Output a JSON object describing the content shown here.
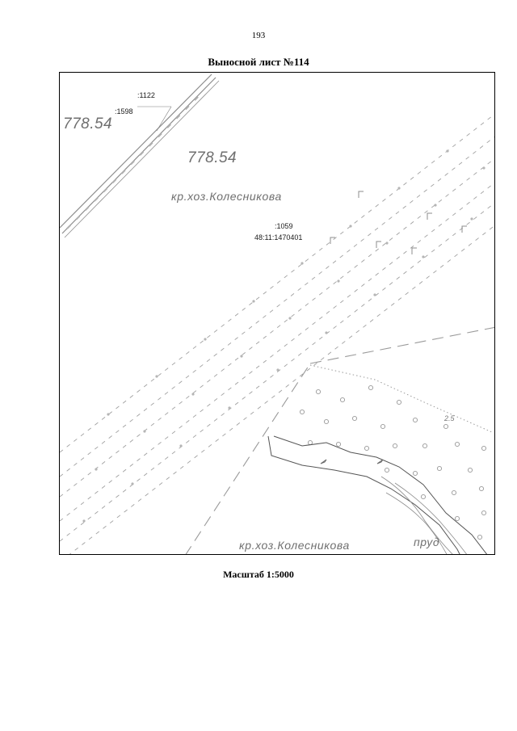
{
  "page": {
    "number": "193",
    "title": "Выносной лист №114",
    "scale": "Масштаб 1:5000"
  },
  "map": {
    "labels": {
      "elevation_top_left": "778.54",
      "elevation_center": "778.54",
      "farm_top": "кр.хоз.Колесникова",
      "farm_bottom": "кр.хоз.Колесникова",
      "parcel_1122": ":1122",
      "parcel_1598": ":1598",
      "parcel_1059": ":1059",
      "cadastral_number": "48:11:1470401",
      "pond": "пруд",
      "dimension": "2.5"
    },
    "colors": {
      "frame": "#000000",
      "linework": "#9a9a9a",
      "labels": "#6f6f6f",
      "parcel_text": "#1a1a1a"
    }
  }
}
